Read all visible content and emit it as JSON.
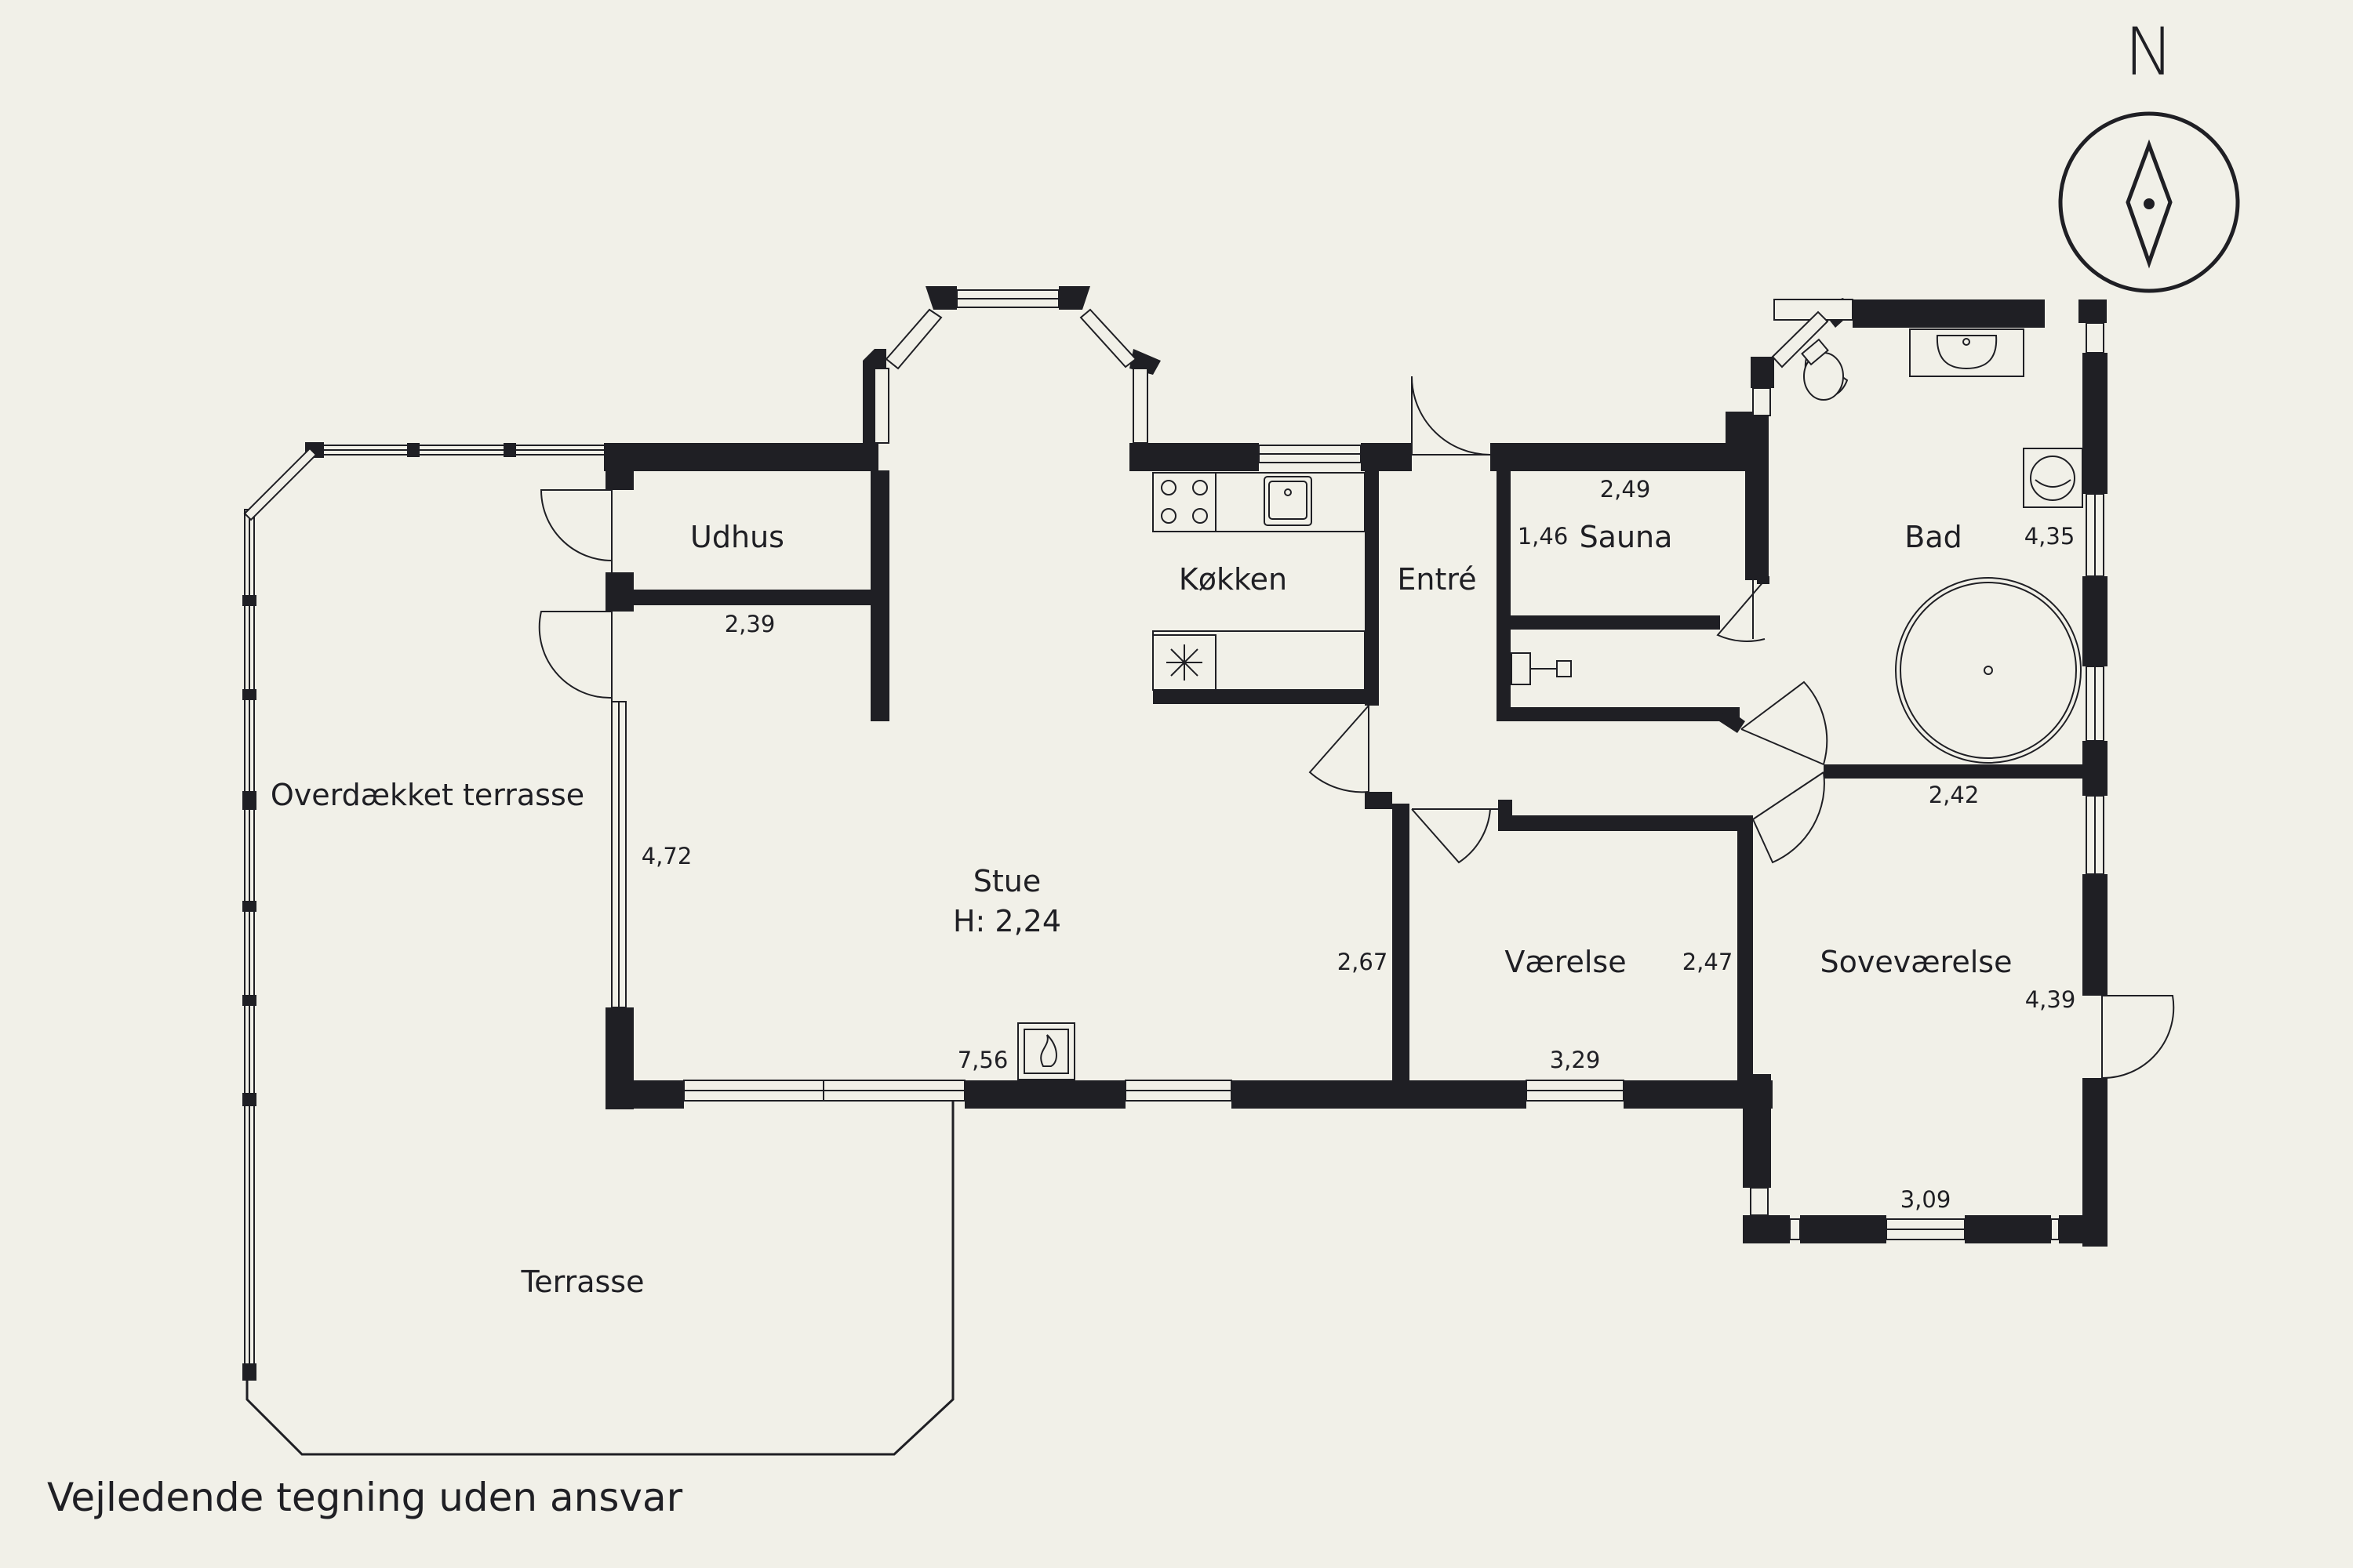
{
  "rooms": {
    "udhus": "Udhus",
    "koekken": "Køkken",
    "entre": "Entré",
    "sauna": "Sauna",
    "bad": "Bad",
    "overdaekket_terrasse": "Overdækket terrasse",
    "stue": "Stue",
    "stue_height": "H: 2,24",
    "vaerelse": "Værelse",
    "sovevaerelse": "Soveværelse",
    "terrasse": "Terrasse"
  },
  "dimensions": {
    "udhus_width": "2,39",
    "sauna_width": "2,49",
    "sauna_depth": "1,46",
    "bad_depth": "4,35",
    "bad_width": "2,42",
    "terrasse_depth": "4,72",
    "stue_width": "7,56",
    "entre_depth": "2,67",
    "vaerelse_depth": "2,47",
    "vaerelse_width": "3,29",
    "sovevaerelse_depth": "4,39",
    "sovevaerelse_width": "3,09"
  },
  "compass": {
    "label": "N"
  },
  "disclaimer": "Vejledende tegning uden ansvar",
  "colors": {
    "background": "#f1f0e8",
    "wall": "#1f1f24"
  }
}
